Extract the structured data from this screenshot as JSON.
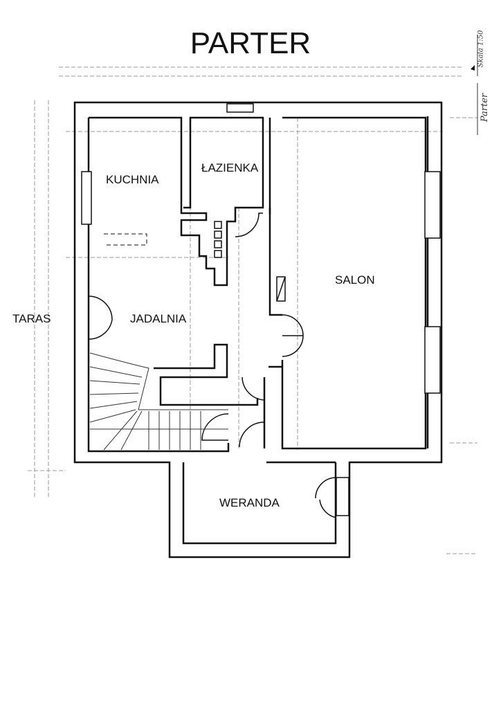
{
  "title": "PARTER",
  "margin_notes": {
    "scale": "Skala 1:50",
    "floor": "Parter"
  },
  "rooms": {
    "kitchen": "KUCHNIA",
    "bathroom": "ŁAZIENKA",
    "living_room": "SALON",
    "dining_room": "JADALNIA",
    "terrace": "TARAS",
    "veranda": "WERANDA"
  }
}
